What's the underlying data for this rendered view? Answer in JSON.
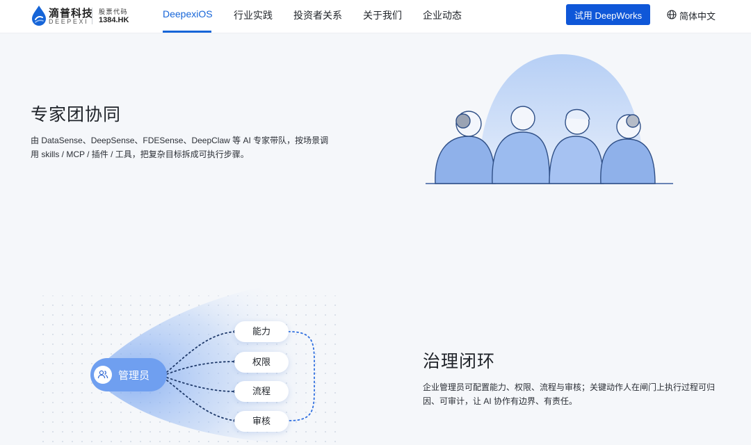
{
  "header": {
    "logo_cn": "滴普科技",
    "logo_en": "DEEPEXI",
    "stock_label": "股票代码",
    "stock_code": "1384.HK",
    "nav": [
      {
        "label": "DeepexiOS",
        "active": true
      },
      {
        "label": "行业实践",
        "active": false
      },
      {
        "label": "投资者关系",
        "active": false
      },
      {
        "label": "关于我们",
        "active": false
      },
      {
        "label": "企业动态",
        "active": false
      }
    ],
    "cta_label": "试用 DeepWorks",
    "language": "简体中文",
    "accent_color": "#1665d8",
    "cta_color": "#0f57d8"
  },
  "section_expert": {
    "title": "专家团协同",
    "description": "由 DataSense、DeepSense、FDESense、DeepClaw 等 AI 专家带队，按场景调用 skills / MCP / 插件 / 工具，把复杂目标拆成可执行步骤。"
  },
  "section_governance": {
    "title": "治理闭环",
    "description": "企业管理员可配置能力、权限、流程与审核；关键动作人在闸门上执行过程可归因、可审计，让 AI 协作有边界、有责任。",
    "diagram": {
      "root_label": "管理员",
      "root_icon": "users-icon",
      "nodes": [
        "能力",
        "权限",
        "流程",
        "审核"
      ]
    }
  }
}
